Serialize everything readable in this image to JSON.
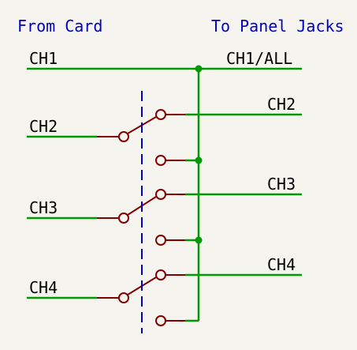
{
  "headers": {
    "from": "From Card",
    "to": "To Panel Jacks"
  },
  "inputs": {
    "ch1": "CH1",
    "ch2": "CH2",
    "ch3": "CH3",
    "ch4": "CH4"
  },
  "outputs": {
    "ch1_all": "CH1/ALL",
    "ch2": "CH2",
    "ch3": "CH3",
    "ch4": "CH4"
  },
  "colors": {
    "background": "#f5f4ef",
    "wire": "#009900",
    "switch": "#840000",
    "header_text": "#0000c2",
    "label_text": "#000000",
    "mechanical_link": "#0000c2",
    "junction": "#009900"
  }
}
